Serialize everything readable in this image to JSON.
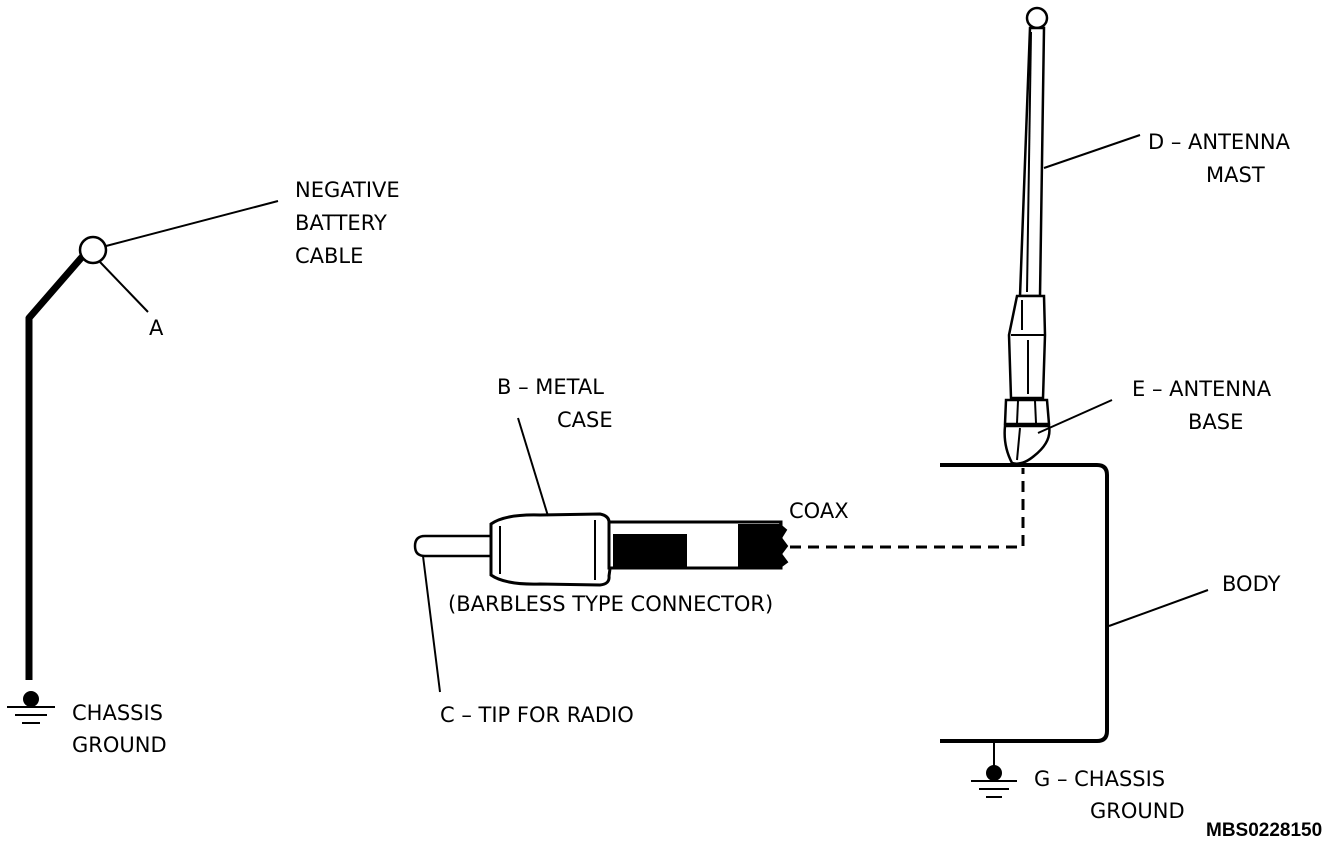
{
  "labels": {
    "negative_battery_cable": [
      "NEGATIVE",
      "BATTERY",
      "CABLE"
    ],
    "a": "A",
    "chassis_ground_left": [
      "CHASSIS",
      "GROUND"
    ],
    "metal_case": [
      "B – METAL",
      "CASE"
    ],
    "coax": "COAX",
    "connector_type": "(BARBLESS TYPE CONNECTOR)",
    "tip_for_radio": "C – TIP FOR RADIO",
    "antenna_mast": [
      "D – ANTENNA",
      "MAST"
    ],
    "antenna_base": [
      "E – ANTENNA",
      "BASE"
    ],
    "body": "BODY",
    "chassis_ground_right": [
      "G – CHASSIS",
      "GROUND"
    ],
    "figure_code": "MBS0228150"
  },
  "colors": {
    "ink": "#000000",
    "background": "#ffffff"
  }
}
